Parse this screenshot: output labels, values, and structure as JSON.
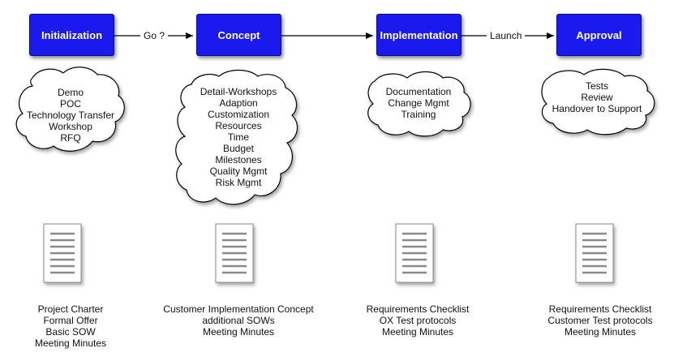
{
  "phases": [
    {
      "title": "Initialization",
      "cloud": [
        "Demo",
        "POC",
        "Technology Transfer",
        "Workshop",
        "RFQ"
      ],
      "deliverables": [
        "Project Charter",
        "Formal Offer",
        "Basic SOW",
        "Meeting Minutes"
      ]
    },
    {
      "title": "Concept",
      "cloud": [
        "Detail-Workshops",
        "Adaption",
        "Customization",
        "Resources",
        "Time",
        "Budget",
        "Milestones",
        "Quality Mgmt",
        "Risk Mgmt"
      ],
      "deliverables": [
        "Customer Implementation Concept",
        "additional SOWs",
        "Meeting Minutes"
      ]
    },
    {
      "title": "Implementation",
      "cloud": [
        "Documentation",
        "Change Mgmt",
        "Training"
      ],
      "deliverables": [
        "Requirements Checklist",
        "OX Test protocols",
        "Meeting Minutes"
      ]
    },
    {
      "title": "Approval",
      "cloud": [
        "Tests",
        "Review",
        "Handover to Support"
      ],
      "deliverables": [
        "Requirements Checklist",
        "Customer Test protocols",
        "Meeting Minutes"
      ]
    }
  ],
  "connectors": [
    {
      "label": "Go ?"
    },
    {
      "label": ""
    },
    {
      "label": "Launch"
    }
  ],
  "colors": {
    "phase_fill": "#1a1aee",
    "phase_text": "#ffffff",
    "document_lines": "#8a8a8a"
  },
  "icons": {
    "document": "document-icon",
    "cloud": "cloud-shape"
  }
}
